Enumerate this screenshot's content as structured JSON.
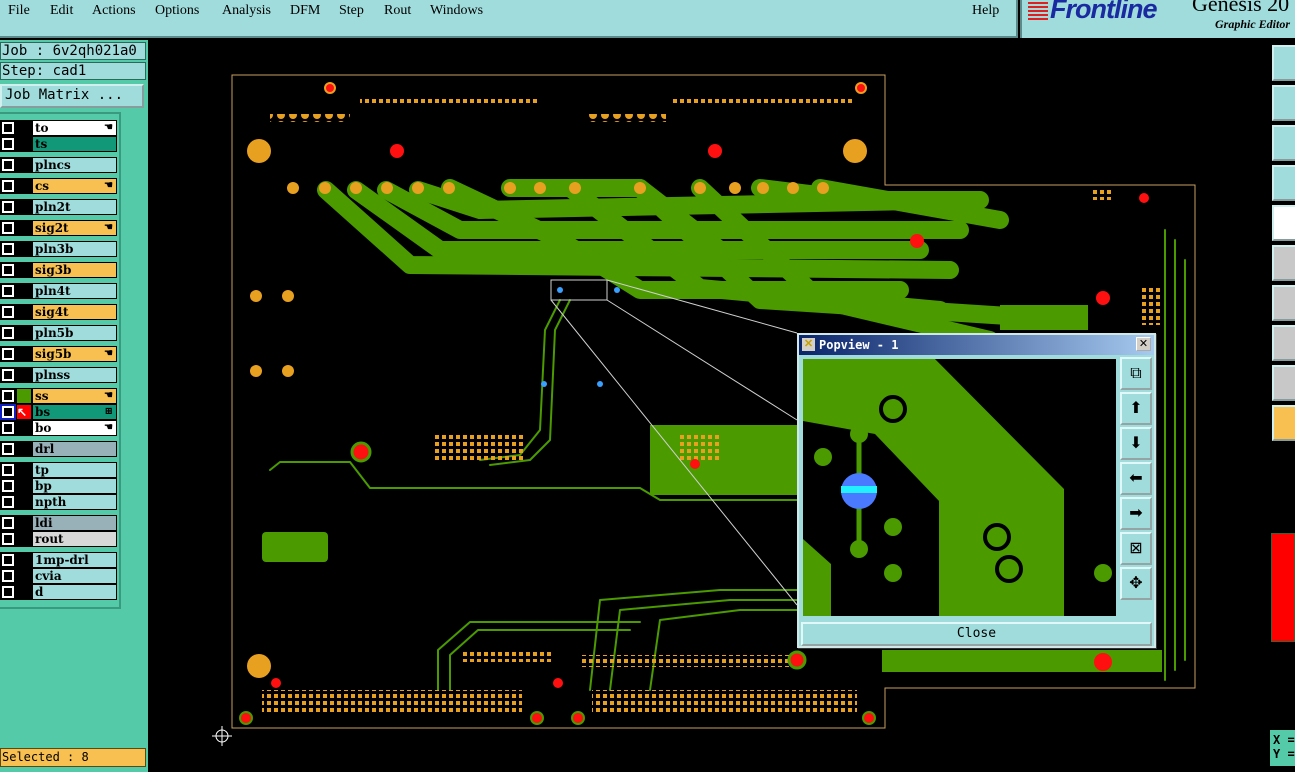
{
  "menu": {
    "items": [
      "File",
      "Edit",
      "Actions",
      "Options",
      "Analysis",
      "DFM",
      "Step",
      "Rout",
      "Windows"
    ],
    "help": "Help"
  },
  "logo": {
    "brand": "Frontline",
    "product": "Genesis 20",
    "subtitle": "Graphic Editor"
  },
  "job": {
    "job_label": "Job : 6v2qh021a0",
    "step_label": "Step: cad1",
    "matrix_button": "Job Matrix ..."
  },
  "layers": [
    {
      "name": "to",
      "color": "#ffffff",
      "group": 0,
      "marker": "hand"
    },
    {
      "name": "ts",
      "color": "#109878",
      "group": 0
    },
    {
      "name": "plncs",
      "color": "#a0dcdc",
      "group": 1
    },
    {
      "name": "cs",
      "color": "#f8c050",
      "group": 2,
      "marker": "hand"
    },
    {
      "name": "pln2t",
      "color": "#a0dcdc",
      "group": 3
    },
    {
      "name": "sig2t",
      "color": "#f8c050",
      "group": 4,
      "marker": "hand"
    },
    {
      "name": "pln3b",
      "color": "#a0dcdc",
      "group": 5
    },
    {
      "name": "sig3b",
      "color": "#f8c050",
      "group": 6
    },
    {
      "name": "pln4t",
      "color": "#a0dcdc",
      "group": 7
    },
    {
      "name": "sig4t",
      "color": "#f8c050",
      "group": 8
    },
    {
      "name": "pln5b",
      "color": "#a0dcdc",
      "group": 9
    },
    {
      "name": "sig5b",
      "color": "#f8c050",
      "group": 10,
      "marker": "hand"
    },
    {
      "name": "plnss",
      "color": "#a0dcdc",
      "group": 11
    },
    {
      "name": "ss",
      "color": "#f8c050",
      "group": 12,
      "marker": "hand",
      "swatch": "#4a9a00"
    },
    {
      "name": "bs",
      "color": "#109878",
      "group": 12,
      "marker": "grid",
      "swatch": "#ff0000",
      "selected": true
    },
    {
      "name": "bo",
      "color": "#ffffff",
      "group": 12,
      "marker": "hand"
    },
    {
      "name": "drl",
      "color": "#98b0b8",
      "group": 13
    },
    {
      "name": "tp",
      "color": "#a0dcdc",
      "group": 14
    },
    {
      "name": "bp",
      "color": "#a0dcdc",
      "group": 14
    },
    {
      "name": "npth",
      "color": "#a0dcdc",
      "group": 14
    },
    {
      "name": "ldi",
      "color": "#98b0b8",
      "group": 15
    },
    {
      "name": "rout",
      "color": "#d8d8d8",
      "group": 15
    },
    {
      "name": "1mp-drl",
      "color": "#a0dcdc",
      "group": 16
    },
    {
      "name": "cvia",
      "color": "#a0dcdc",
      "group": 16
    },
    {
      "name": "d",
      "color": "#a0dcdc",
      "group": 16
    }
  ],
  "status": {
    "selected": "Selected : 8"
  },
  "popview": {
    "title": "Popview - 1",
    "close": "Close",
    "buttons": [
      "zoom-home",
      "pan-up",
      "pan-down",
      "pan-left",
      "pan-right",
      "zoom-in",
      "zoom-out"
    ]
  },
  "coords": {
    "x_label": "X =",
    "y_label": "Y ="
  },
  "colors": {
    "copper": "#4a9a00",
    "pad": "#e8a020",
    "via": "#ff1010",
    "background": "#000000",
    "panel": "#54caa8"
  }
}
